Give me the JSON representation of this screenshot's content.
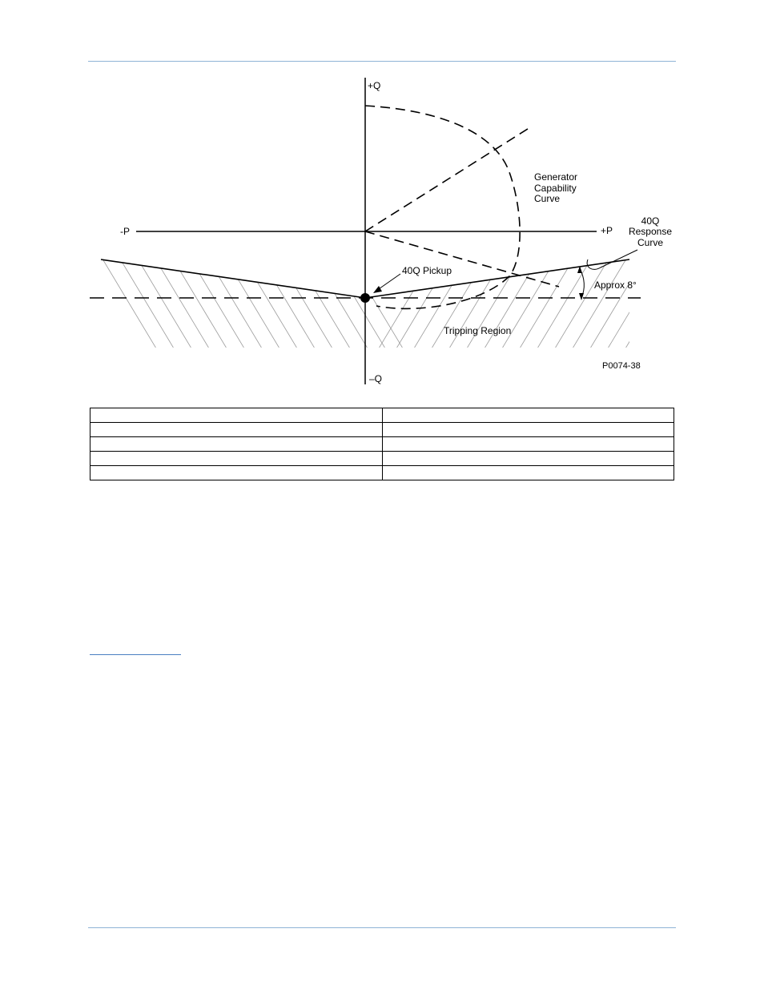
{
  "figure": {
    "axis_labels": {
      "pos_q": "+Q",
      "neg_q": "–Q",
      "neg_p": "-P",
      "pos_p": "+P"
    },
    "capability_label": [
      "Generator",
      "Capability",
      "Curve"
    ],
    "response_label": [
      "40Q",
      "Response",
      "Curve"
    ],
    "pickup_label": "40Q Pickup",
    "angle_label": "Approx 8°",
    "region_label": "Tripping Region",
    "figure_id": "P0074-38"
  },
  "table": {
    "rows": [
      [
        "",
        ""
      ],
      [
        "",
        ""
      ],
      [
        "",
        ""
      ],
      [
        "",
        ""
      ],
      [
        "",
        ""
      ]
    ]
  }
}
